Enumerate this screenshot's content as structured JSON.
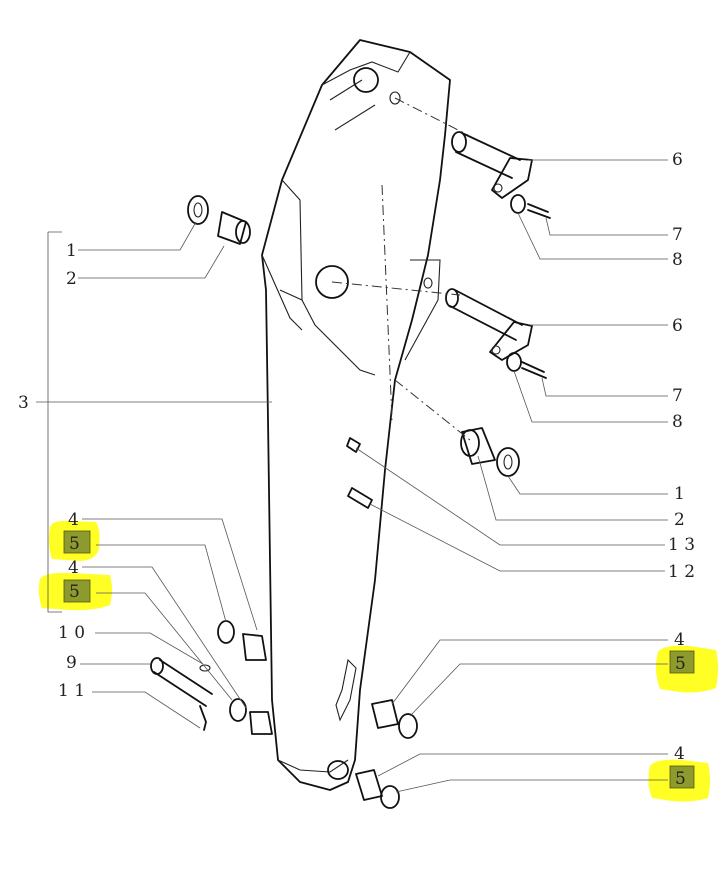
{
  "highlight_color": "#ffff00",
  "callouts": [
    {
      "id": "l-1-left",
      "text": "1"
    },
    {
      "id": "l-2-left",
      "text": "2"
    },
    {
      "id": "l-3",
      "text": "3"
    },
    {
      "id": "l-4-a",
      "text": "4"
    },
    {
      "id": "l-5-a",
      "text": "5"
    },
    {
      "id": "l-4-b",
      "text": "4"
    },
    {
      "id": "l-5-b",
      "text": "5"
    },
    {
      "id": "l-10",
      "text": "1 0"
    },
    {
      "id": "l-9",
      "text": "9"
    },
    {
      "id": "l-11",
      "text": "1 1"
    },
    {
      "id": "l-6-top",
      "text": "6"
    },
    {
      "id": "l-7-top",
      "text": "7"
    },
    {
      "id": "l-8-top",
      "text": "8"
    },
    {
      "id": "l-6-mid",
      "text": "6"
    },
    {
      "id": "l-7-mid",
      "text": "7"
    },
    {
      "id": "l-8-mid",
      "text": "8"
    },
    {
      "id": "l-1-right",
      "text": "1"
    },
    {
      "id": "l-2-right",
      "text": "2"
    },
    {
      "id": "l-13",
      "text": "1 3"
    },
    {
      "id": "l-12",
      "text": "1 2"
    },
    {
      "id": "l-4-c",
      "text": "4"
    },
    {
      "id": "l-5-c",
      "text": "5"
    },
    {
      "id": "l-4-d",
      "text": "4"
    },
    {
      "id": "l-5-d",
      "text": "5"
    }
  ]
}
